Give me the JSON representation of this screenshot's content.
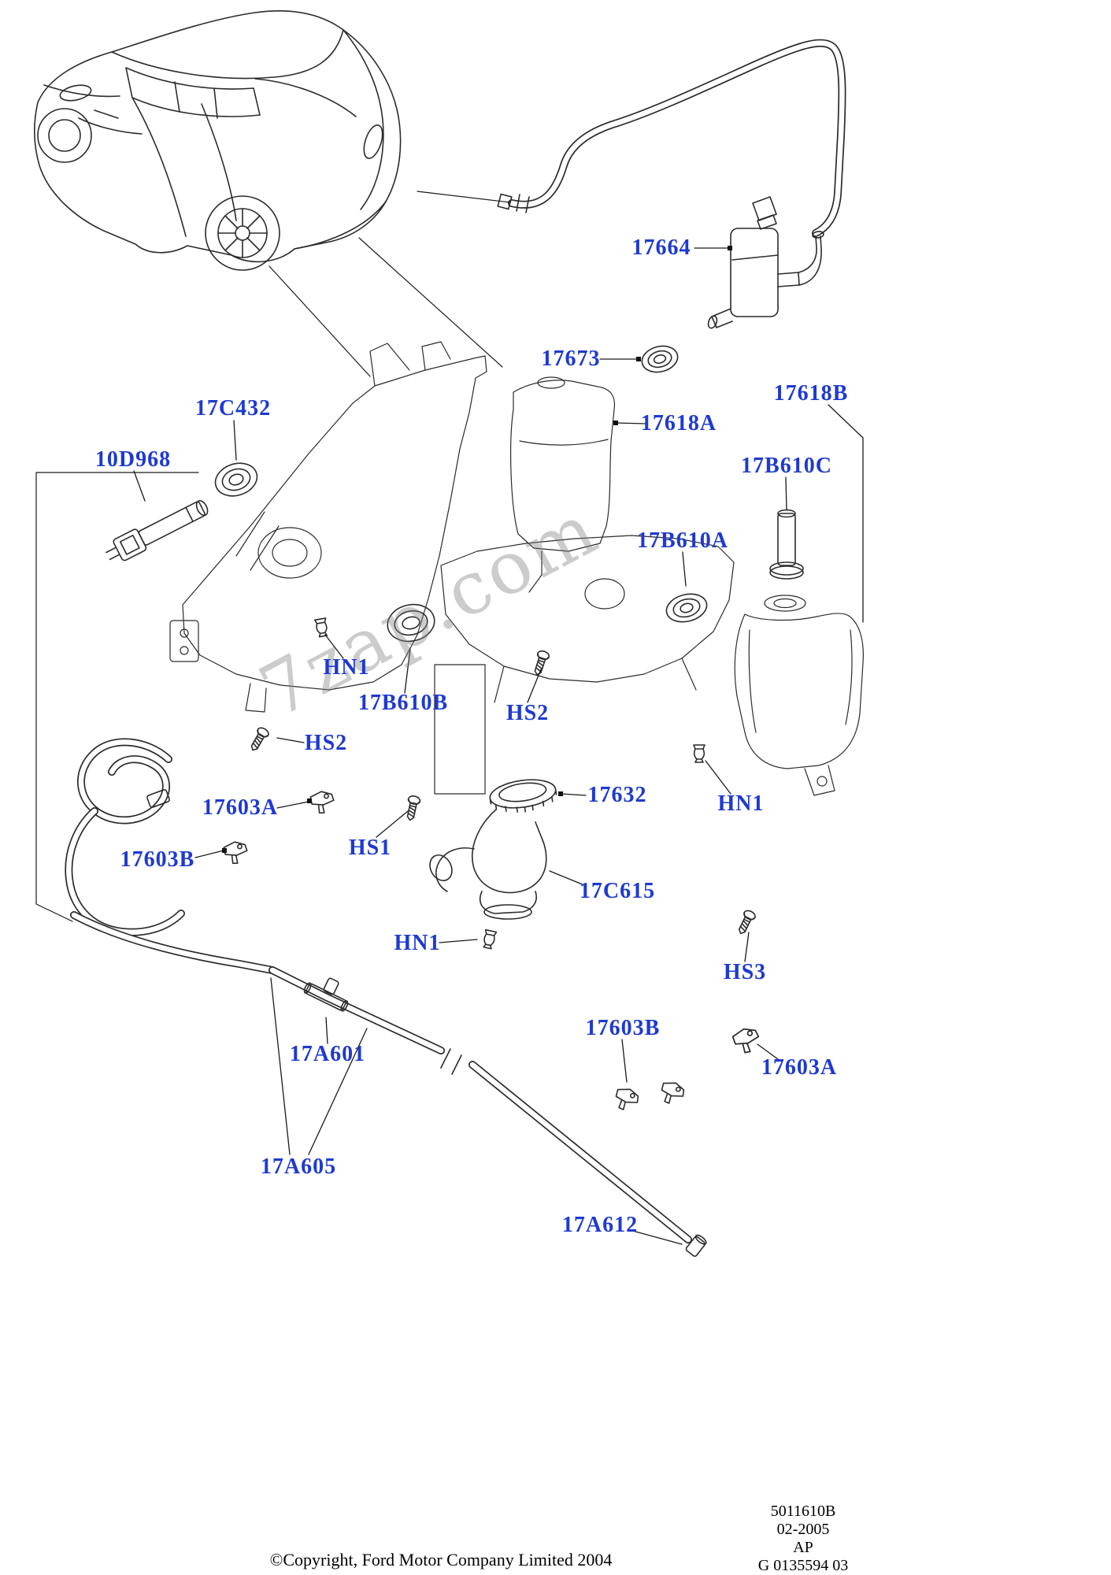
{
  "diagram": {
    "watermark": "7zap.com",
    "label_color": "#1e3ad1",
    "labels": [
      {
        "text": "17664"
      },
      {
        "text": "17673"
      },
      {
        "text": "17C432"
      },
      {
        "text": "10D968"
      },
      {
        "text": "17618A"
      },
      {
        "text": "17618B"
      },
      {
        "text": "17B610C"
      },
      {
        "text": "17B610A"
      },
      {
        "text": "HN1"
      },
      {
        "text": "17B610B"
      },
      {
        "text": "HS2"
      },
      {
        "text": "HS2"
      },
      {
        "text": "17632"
      },
      {
        "text": "HN1"
      },
      {
        "text": "17603A"
      },
      {
        "text": "HS1"
      },
      {
        "text": "17603B"
      },
      {
        "text": "17C615"
      },
      {
        "text": "HN1"
      },
      {
        "text": "HS3"
      },
      {
        "text": "17A601"
      },
      {
        "text": "17603B"
      },
      {
        "text": "17603A"
      },
      {
        "text": "17A605"
      },
      {
        "text": "17A612"
      }
    ],
    "plate": {
      "catalog_number": "5011610B",
      "date": "02-2005",
      "region_code": "AP",
      "drawing_number": "G 0135594 03"
    },
    "copyright": "©Copyright, Ford Motor Company Limited 2004"
  }
}
